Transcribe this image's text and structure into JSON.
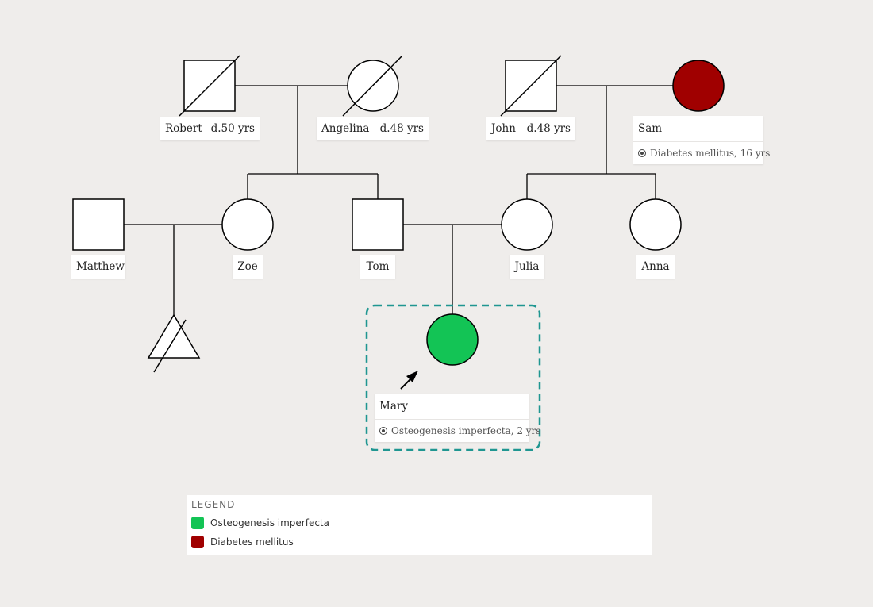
{
  "colors": {
    "osteogenesis": "#13c455",
    "diabetes": "#a00000",
    "proband_box": "#1f9691",
    "background": "#efedeb"
  },
  "people": {
    "robert": {
      "name": "Robert",
      "age": "d.50 yrs"
    },
    "angelina": {
      "name": "Angelina",
      "age": "d.48 yrs"
    },
    "john": {
      "name": "John",
      "age": "d.48 yrs"
    },
    "sam": {
      "name": "Sam",
      "condition": "Diabetes mellitus, 16 yrs"
    },
    "matthew": {
      "name": "Matthew"
    },
    "zoe": {
      "name": "Zoe"
    },
    "tom": {
      "name": "Tom"
    },
    "julia": {
      "name": "Julia"
    },
    "anna": {
      "name": "Anna"
    },
    "mary": {
      "name": "Mary",
      "condition": "Osteogenesis imperfecta, 2 yrs"
    }
  },
  "legend": {
    "title": "LEGEND",
    "items": [
      {
        "label": "Osteogenesis imperfecta",
        "color": "#13c455"
      },
      {
        "label": "Diabetes mellitus",
        "color": "#a00000"
      }
    ]
  }
}
